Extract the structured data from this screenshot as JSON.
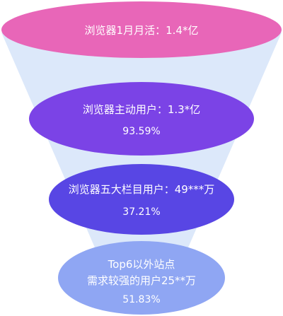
{
  "funnel": {
    "colors": {
      "background_band": "#dce8fa",
      "stage1": "#e866b8",
      "stage2": "#7b43e6",
      "stage3": "#5846e4",
      "stage4": "#8fa6f3",
      "text": "#ffffff"
    },
    "stages": [
      {
        "label": "浏览器1月月活：1.4*亿"
      },
      {
        "label": "浏览器主动用户：1.3*亿",
        "percent": "93.59%"
      },
      {
        "label": "浏览器五大栏目用户：49***万",
        "percent": "37.21%"
      },
      {
        "label_line1": "Top6以外站点",
        "label_line2": "需求较强的用户25**万",
        "percent": "51.83%"
      }
    ]
  }
}
